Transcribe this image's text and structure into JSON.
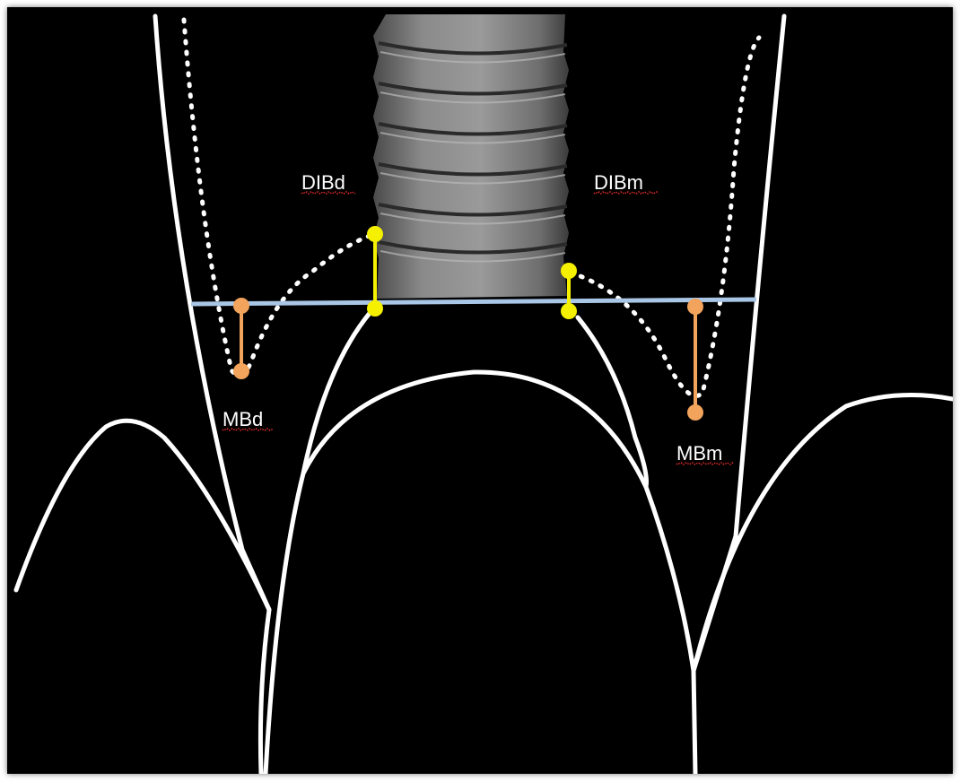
{
  "labels": {
    "dibd": "DIBd",
    "dibm": "DIBm",
    "mbd": "MBd",
    "mbm": "MBm"
  },
  "colors": {
    "background": "#000000",
    "bone_outline": "#ffffff",
    "reference_line": "#a9c6e6",
    "implant_bone_distance": "#f4f000",
    "marginal_bone_distance": "#f2a35c",
    "implant_body": "#7d7d7d"
  },
  "icons": {
    "yellow_markers": "circle-marker",
    "orange_markers": "circle-marker"
  }
}
